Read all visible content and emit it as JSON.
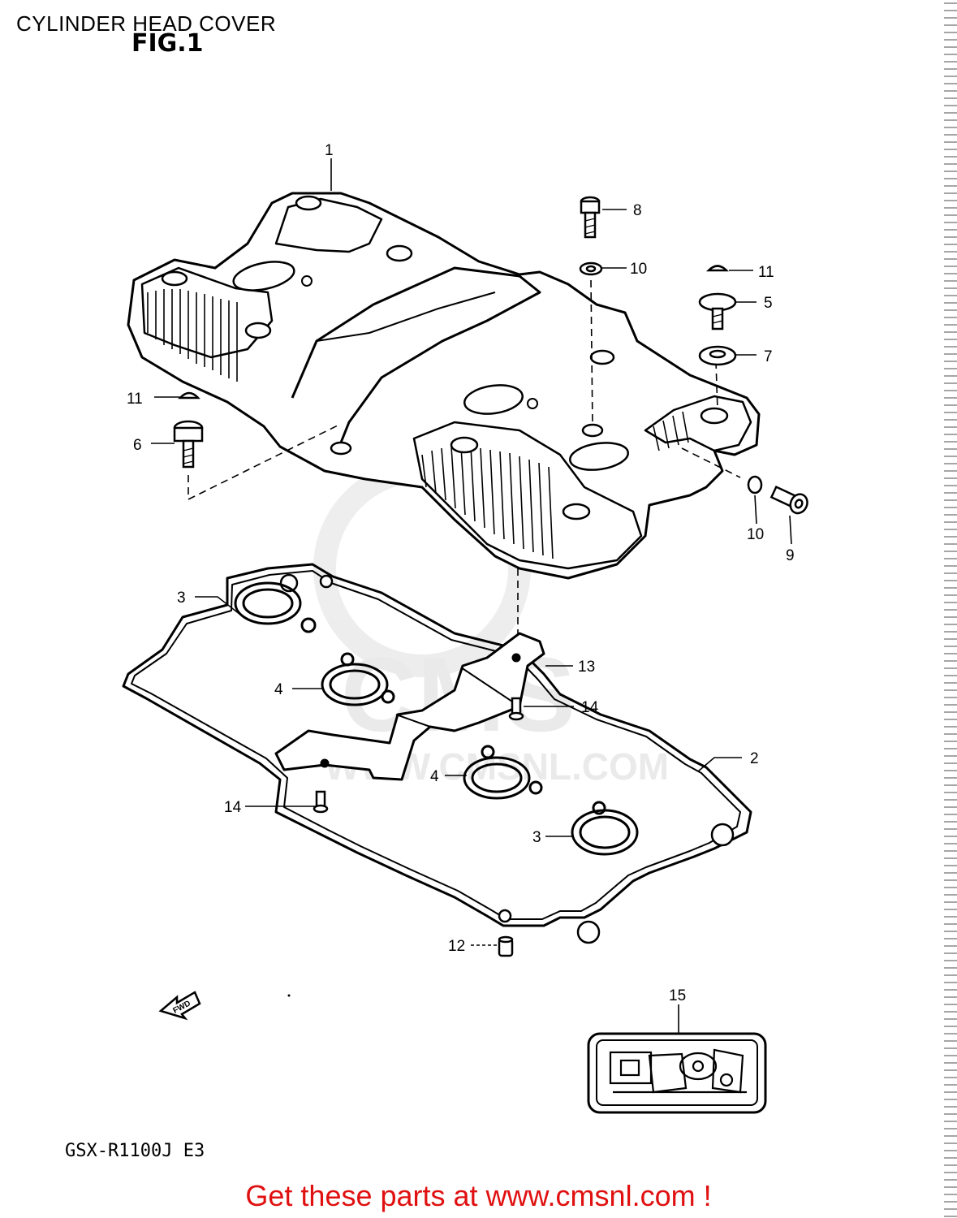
{
  "title": "CYLINDER HEAD COVER",
  "figure_label": "FIG.1",
  "model_code": "GSX-R1100J E3",
  "footer_text": "Get these parts at www.cmsnl.com !",
  "watermark": {
    "brand": "CMS",
    "url": "WWW.CMSNL.COM"
  },
  "fwd_label": "FWD",
  "callouts": [
    {
      "id": "c1",
      "number": "1"
    },
    {
      "id": "c8",
      "number": "8"
    },
    {
      "id": "c10a",
      "number": "10"
    },
    {
      "id": "c11a",
      "number": "11"
    },
    {
      "id": "c5",
      "number": "5"
    },
    {
      "id": "c7",
      "number": "7"
    },
    {
      "id": "c11b",
      "number": "11"
    },
    {
      "id": "c6",
      "number": "6"
    },
    {
      "id": "c10b",
      "number": "10"
    },
    {
      "id": "c9",
      "number": "9"
    },
    {
      "id": "c3a",
      "number": "3"
    },
    {
      "id": "c13",
      "number": "13"
    },
    {
      "id": "c4a",
      "number": "4"
    },
    {
      "id": "c14a",
      "number": "14"
    },
    {
      "id": "c2",
      "number": "2"
    },
    {
      "id": "c4b",
      "number": "4"
    },
    {
      "id": "c14b",
      "number": "14"
    },
    {
      "id": "c3b",
      "number": "3"
    },
    {
      "id": "c12",
      "number": "12"
    },
    {
      "id": "c15",
      "number": "15"
    }
  ]
}
